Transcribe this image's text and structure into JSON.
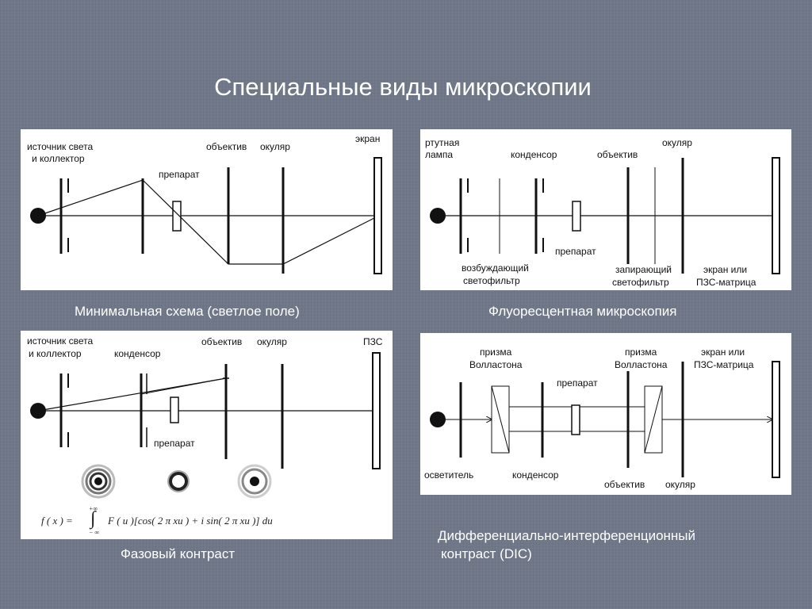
{
  "slide": {
    "title": "Специальные виды микроскопии",
    "background_color": "#6f7788",
    "panel_color": "#ffffff",
    "line_color": "#111111"
  },
  "panels": {
    "brightfield": {
      "caption": "Минимальная схема (светлое поле)",
      "labels": {
        "source": "источник света",
        "collector": "и коллектор",
        "specimen": "препарат",
        "objective": "объектив",
        "eyepiece": "окуляр",
        "screen": "экран"
      }
    },
    "fluorescence": {
      "caption": "Флуоресцентная микроскопия",
      "labels": {
        "lamp_1": "ртутная",
        "lamp_2": "лампа",
        "condenser": "конденсор",
        "objective": "объектив",
        "eyepiece": "окуляр",
        "excitation_1": "возбуждающий",
        "excitation_2": "светофильтр",
        "specimen": "препарат",
        "barrier_1": "запирающий",
        "barrier_2": "светофильтр",
        "screen_1": "экран или",
        "screen_2": "ПЗС-матрица"
      }
    },
    "phase": {
      "caption": "Фазовый контраст",
      "labels": {
        "source": "источник света",
        "collector": "и коллектор",
        "condenser": "конденсор",
        "objective": "объектив",
        "eyepiece": "окуляр",
        "ccd": "ПЗС",
        "specimen": "препарат"
      },
      "formula": {
        "lhs": "f ( x )  =",
        "upper_limit": "+∞",
        "lower_limit": "− ∞",
        "integrand": "F  ( u )[cos(   2 π xu  )  +  i  sin(   2 π xu  )]  du"
      }
    },
    "dic": {
      "caption_line1": "Дифференциально-интерференционный",
      "caption_line2": "контраст  (DIC)",
      "labels": {
        "prism1_1": "призма",
        "prism1_2": "Волластона",
        "specimen": "препарат",
        "prism2_1": "призма",
        "prism2_2": "Волластона",
        "screen_1": "экран или",
        "screen_2": "ПЗС-матрица",
        "illuminator": "осветитель",
        "condenser": "конденсор",
        "objective": "объектив",
        "eyepiece": "окуляр"
      }
    }
  }
}
